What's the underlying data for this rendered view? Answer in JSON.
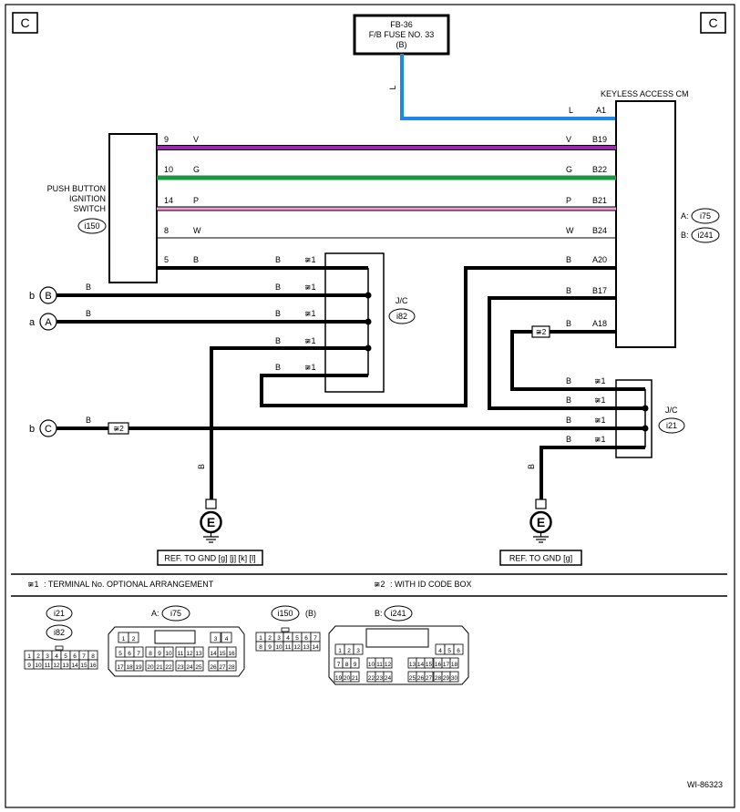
{
  "corner_labels": [
    "C",
    "C"
  ],
  "fuse": {
    "line1": "FB-36",
    "line2": "F/B FUSE NO. 33",
    "line3": "(B)",
    "wire_color": "L"
  },
  "keyless_cm": {
    "title": "KEYLESS ACCESS CM",
    "conn_a_prefix": "A:",
    "conn_a_id": "i75",
    "conn_b_prefix": "B:",
    "conn_b_id": "i241"
  },
  "push_switch": {
    "line1": "PUSH BUTTON",
    "line2": "IGNITION",
    "line3": "SWITCH",
    "conn_id": "i150"
  },
  "switch_wires": [
    {
      "pin": "9",
      "color": "V",
      "cm_color": "V",
      "cm_pin": "B19"
    },
    {
      "pin": "10",
      "color": "G",
      "cm_color": "G",
      "cm_pin": "B22"
    },
    {
      "pin": "14",
      "color": "P",
      "cm_color": "P",
      "cm_pin": "B21"
    },
    {
      "pin": "8",
      "color": "W",
      "cm_color": "W",
      "cm_pin": "B24"
    },
    {
      "pin": "5",
      "color": "B"
    }
  ],
  "cm_a1": {
    "color": "L",
    "pin": "A1"
  },
  "cm_ground_pins": [
    {
      "color": "B",
      "pin": "A20"
    },
    {
      "color": "B",
      "pin": "B17"
    },
    {
      "color": "B",
      "pin": "A18"
    }
  ],
  "jc_i82": {
    "title": "J/C",
    "conn_id": "i82",
    "wire_color": "B",
    "term_mark": "≆1"
  },
  "jc_i21": {
    "title": "J/C",
    "conn_id": "i21",
    "wire_color": "B",
    "term_mark": "≆1"
  },
  "circle_connectors": [
    {
      "side": "b",
      "letter": "B",
      "wire": "B"
    },
    {
      "side": "a",
      "letter": "A",
      "wire": "B"
    },
    {
      "side": "b",
      "letter": "C",
      "wire": "B"
    }
  ],
  "id_box_mark": "≆2",
  "grounds": [
    {
      "symbol": "E",
      "wire": "B",
      "ref": "REF. TO GND [g] [j] [k] [l]"
    },
    {
      "symbol": "E",
      "wire": "B",
      "ref": "REF. TO GND [g]"
    }
  ],
  "legend": {
    "note1_mark": "≆1",
    "note1_text": ": TERMINAL No. OPTIONAL ARRANGEMENT",
    "note2_mark": "≆2",
    "note2_text": ": WITH ID CODE BOX"
  },
  "connector_views": {
    "jc_ids": [
      "i21",
      "i82"
    ],
    "jc_rows": [
      [
        "1",
        "2",
        "3",
        "4",
        "5",
        "6",
        "7",
        "8"
      ],
      [
        "9",
        "10",
        "11",
        "12",
        "13",
        "14",
        "15",
        "16"
      ]
    ],
    "i75_prefix": "A:",
    "i75_id": "i75",
    "i75_rows": [
      [
        "1",
        "2",
        "3",
        "4"
      ],
      [
        "5",
        "6",
        "7",
        "8",
        "9",
        "10",
        "11",
        "12",
        "13",
        "14",
        "15",
        "16"
      ],
      [
        "17",
        "18",
        "19",
        "20",
        "21",
        "22",
        "23",
        "24",
        "25",
        "26",
        "27",
        "28"
      ]
    ],
    "i150_id": "i150",
    "i150_suffix": "(B)",
    "i150_rows": [
      [
        "1",
        "2",
        "3",
        "4",
        "5",
        "6",
        "7"
      ],
      [
        "8",
        "9",
        "10",
        "11",
        "12",
        "13",
        "14"
      ]
    ],
    "i241_prefix": "B:",
    "i241_id": "i241",
    "i241_rows": [
      [
        "1",
        "2",
        "3",
        "4",
        "5",
        "6"
      ],
      [
        "7",
        "8",
        "9",
        "10",
        "11",
        "12",
        "13",
        "14",
        "15",
        "16",
        "17",
        "18"
      ],
      [
        "19",
        "20",
        "21",
        "22",
        "23",
        "24",
        "25",
        "26",
        "27",
        "28",
        "29",
        "30"
      ]
    ]
  },
  "diagram_id": "WI-86323",
  "colors": {
    "L": "#1e88e5",
    "V": "#9c27b0",
    "G": "#1a9641",
    "P": "#f59bd6",
    "W": "#ffffff",
    "B": "#000000"
  }
}
